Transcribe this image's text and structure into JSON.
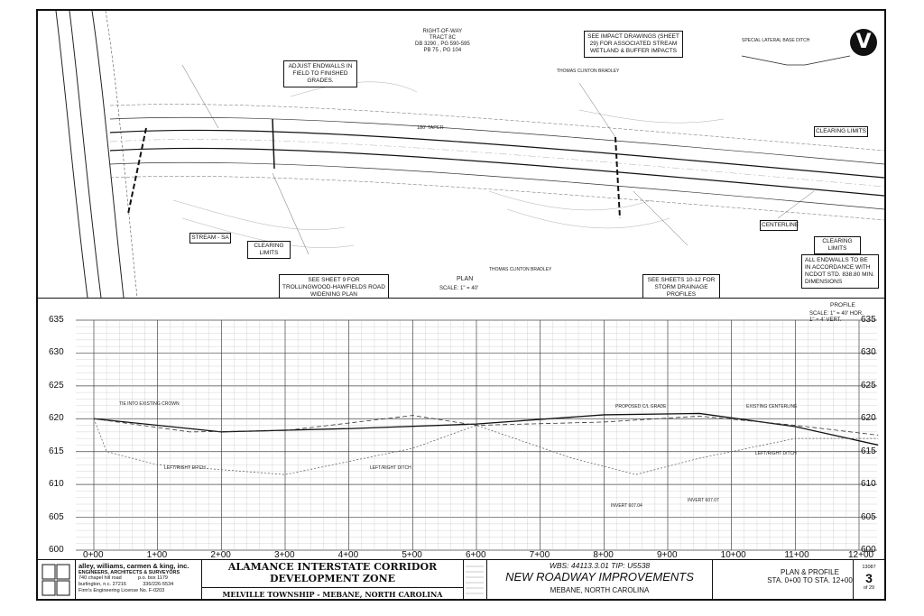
{
  "plan": {
    "row_label": "RIGHT-OF-WAY\nTRACT 8C\nDB 3290 , PG 590-595\nPB 75 , PG 104",
    "impact_note": "SEE IMPACT DRAWINGS (SHEET 29) FOR ASSOCIATED STREAM WETLAND & BUFFER IMPACTS",
    "endwall_note": "ADJUST ENDWALLS IN FIELD TO FINISHED GRADES.",
    "trolling_note": "SEE SHEET 9 FOR TROLLINGWOOD-HAWFIELDS ROAD WIDENING PLAN",
    "storm_note": "SEE SHEETS 10-12 FOR STORM DRAINAGE PROFILES",
    "endwall_std_note": "ALL ENDWALLS TO BE IN ACCORDANCE WITH NCDOT STD. 838.80 MIN. DIMENSIONS",
    "plan_label": "PLAN",
    "plan_scale": "SCALE: 1\" = 40'",
    "owner_top": "THOMAS CLINTON BRADLEY",
    "owner_bottom": "THOMAS CLINTON BRADLEY",
    "clearing_limits": "CLEARING LIMITS",
    "stream_label": "STREAM - SA",
    "centerline_label": "CENTERLINE",
    "special_ditch": "SPECIAL LATERAL BASE DITCH",
    "taper_label": "180' TAPER"
  },
  "profile": {
    "label": "PROFILE",
    "scale": "SCALE: 1\" = 40' HOR.\n1\" = 4' VERT.",
    "elevations": [
      "635",
      "630",
      "625",
      "620",
      "615",
      "610",
      "605",
      "600"
    ],
    "stations": [
      "0+00",
      "1+00",
      "2+00",
      "3+00",
      "4+00",
      "5+00",
      "6+00",
      "7+00",
      "8+00",
      "9+00",
      "10+00",
      "11+00",
      "12+00"
    ],
    "labels": {
      "tie_into_existing": "TIE INTO EXISTING CROWN",
      "proposed_grade": "PROPOSED C/L GRADE",
      "existing_centerline": "EXISTING CENTERLINE",
      "left_right_ditch_1": "LEFT/RIGHT DITCH",
      "left_right_ditch_2": "LEFT/RIGHT DITCH",
      "left_right_ditch_3": "LEFT/RIGHT DITCH",
      "invert_1": "INVERT 607.04",
      "invert_2": "INVERT 607.07"
    }
  },
  "title_block": {
    "firm_name": "alley, williams, carmen & king, inc.",
    "firm_sub": "ENGINEERS, ARCHITECTS & SURVEYORS",
    "firm_addr_1": "740 chapel hill road            p.o. box 1179",
    "firm_addr_2": "burlington, n.c. 27216            336/226-5534",
    "firm_license": "Firm's Engineering License No. F-0203",
    "project_line_1": "ALAMANCE INTERSTATE CORRIDOR",
    "project_line_2": "DEVELOPMENT ZONE",
    "location": "MELVILLE TOWNSHIP - MEBANE, NORTH CAROLINA",
    "wbs": "WBS: 44113.3.01   TIP: U5538",
    "improvements": "NEW ROADWAY IMPROVEMENTS",
    "city": "MEBANE, NORTH CAROLINA",
    "sheet_title_1": "PLAN & PROFILE",
    "sheet_title_2": "STA. 0+00 TO STA. 12+00",
    "sheet_number": "3",
    "job_number": "13087",
    "total": "of 29"
  }
}
